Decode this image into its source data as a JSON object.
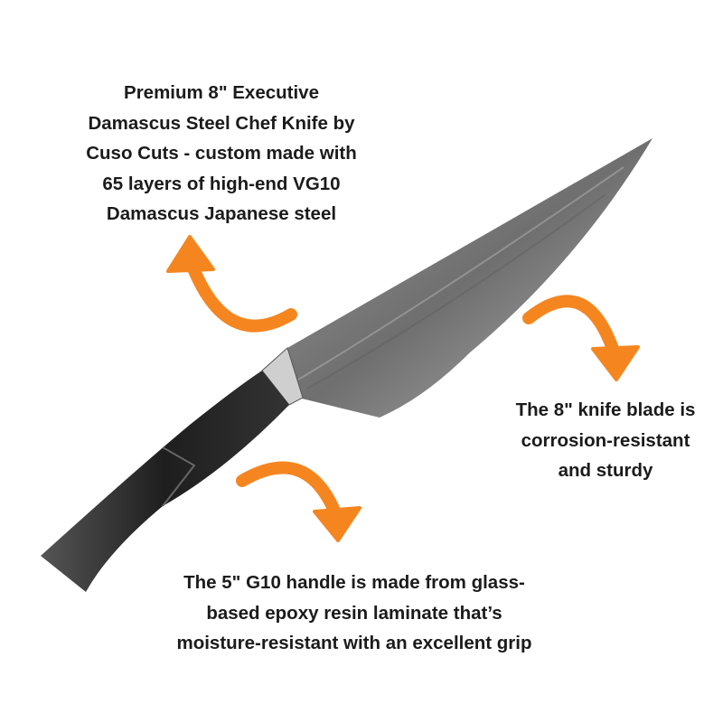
{
  "captions": {
    "title": [
      "Premium 8\" Executive",
      "Damascus Steel Chef Knife by",
      "Cuso Cuts - custom made with",
      "65 layers of high-end VG10",
      "Damascus Japanese steel"
    ],
    "blade": [
      "The 8\" knife blade is",
      "corrosion-resistant",
      "and sturdy"
    ],
    "handle": [
      "The 5\" G10 handle is made from glass-",
      "based epoxy resin laminate that’s",
      "moisture-resistant with an excellent grip"
    ]
  },
  "colors": {
    "arrow": "#f5861f",
    "text": "#1b1b1b",
    "blade": "#8a8a8a",
    "handle": "#2a2a2a"
  }
}
